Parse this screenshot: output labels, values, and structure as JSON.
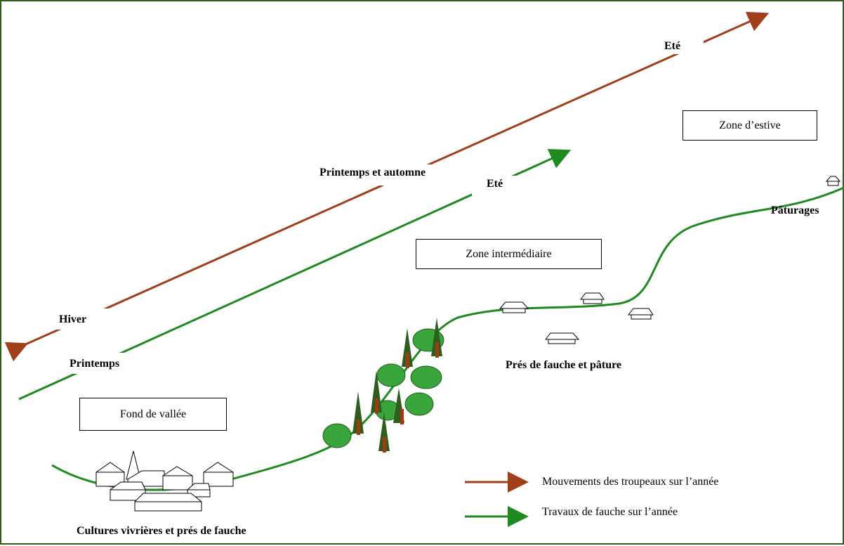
{
  "colors": {
    "herd": "#a0401a",
    "mowing": "#1f8a1f",
    "frame": "#2e5d1e",
    "tree_dark": "#2e5d1e",
    "tree_light": "#3aa53a",
    "trunk": "#9a3d12"
  },
  "zones": {
    "valley": "Fond de vallée",
    "intermediate": "Zone intermédiaire",
    "estive": "Zone d’estive"
  },
  "herd_labels": {
    "ete": "Eté",
    "printemps_automne": "Printemps et automne",
    "hiver": "Hiver"
  },
  "mowing_labels": {
    "ete": "Eté",
    "printemps": "Printemps"
  },
  "terrain_labels": {
    "paturages": "Pâturages",
    "pres": "Prés de fauche et pâture",
    "cultures": "Cultures vivrières et prés de fauche"
  },
  "legend": {
    "herd": "Mouvements des troupeaux sur l’année",
    "mowing": "Travaux de fauche sur l’année"
  }
}
